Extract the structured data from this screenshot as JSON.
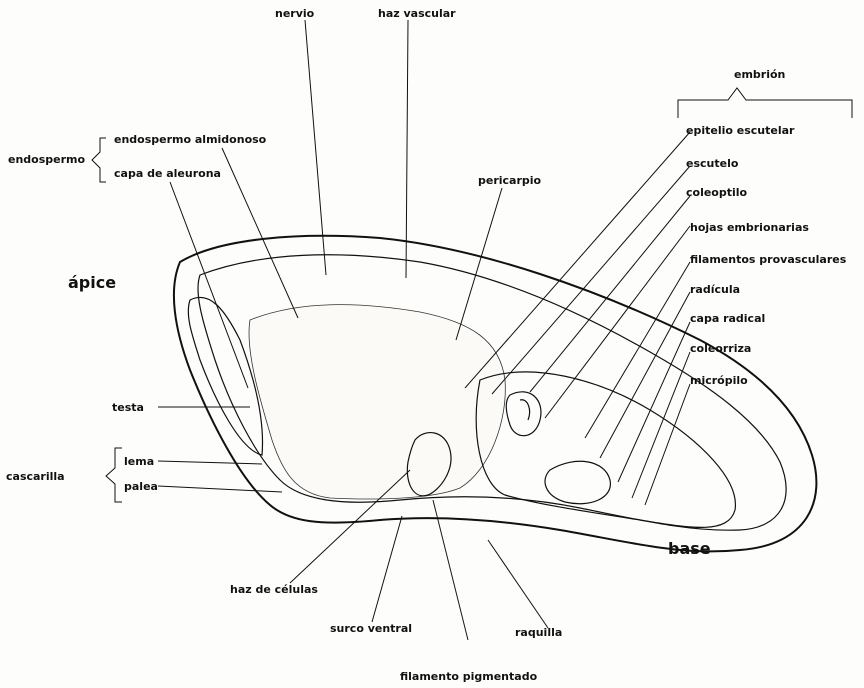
{
  "labels": {
    "nervio": "nervio",
    "haz_vascular": "haz vascular",
    "embrion": "embrión",
    "endospermo": "endospermo",
    "endospermo_almidonoso": "endospermo almidonoso",
    "capa_de_aleurona": "capa de aleurona",
    "pericarpio": "pericarpio",
    "epitelio_escutelar": "epitelio escutelar",
    "escutelo": "escutelo",
    "coleoptilo": "coleoptilo",
    "hojas_embrionarias": "hojas embrionarias",
    "filamentos_provasculares": "filamentos provasculares",
    "radicula": "radícula",
    "capa_radical": "capa radical",
    "coleorriza": "coleorriza",
    "micropilo": "micrópilo",
    "apice": "ápice",
    "testa": "testa",
    "cascarilla": "cascarilla",
    "lema": "lema",
    "palea": "palea",
    "haz_de_celulas": "haz de células",
    "surco_ventral": "surco ventral",
    "raquilla": "raquilla",
    "filamento_pigmentado": "filamento pigmentado",
    "base": "base"
  }
}
